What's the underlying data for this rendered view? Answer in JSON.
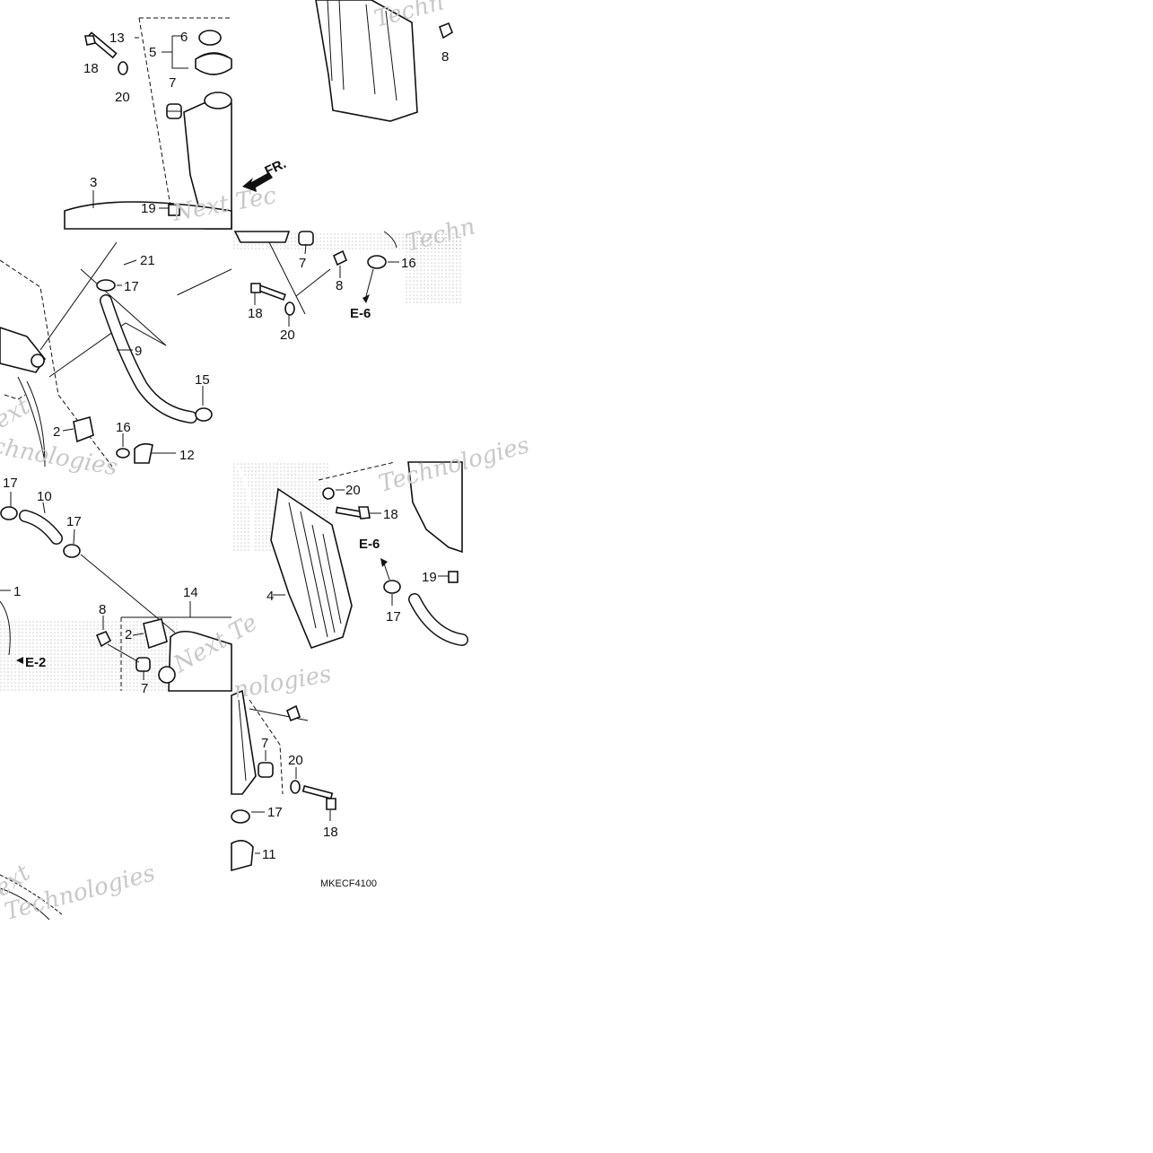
{
  "diagram": {
    "catalog_code": "MKECF4100",
    "front_indicator": "FR.",
    "watermarks": [
      "Next",
      "Technologies",
      "Techn",
      "Next Tec",
      "nologies",
      "chnologies",
      "Next Te",
      "ext"
    ],
    "callouts": {
      "p1": "13",
      "p2": "6",
      "p3": "5",
      "p4": "18",
      "p5": "20",
      "p6": "7",
      "p7": "8",
      "p8": "3",
      "p9": "19",
      "p10": "21",
      "p11": "17",
      "p12": "9",
      "p13": "15",
      "p14": "16",
      "p15": "12",
      "p16": "2",
      "p17": "7",
      "p18": "8",
      "p19": "16",
      "p20": "18",
      "p21": "20",
      "p22": "17",
      "p23": "10",
      "p24": "17",
      "p25": "1",
      "p26": "14",
      "p27": "8",
      "p28": "2",
      "p29": "7",
      "p30": "20",
      "p31": "18",
      "p32": "4",
      "p33": "19",
      "p34": "17",
      "p35": "7",
      "p36": "20",
      "p37": "17",
      "p38": "18",
      "p39": "11"
    },
    "references": {
      "r1": "E-6",
      "r2": "E-6",
      "r3": "E-2"
    }
  }
}
